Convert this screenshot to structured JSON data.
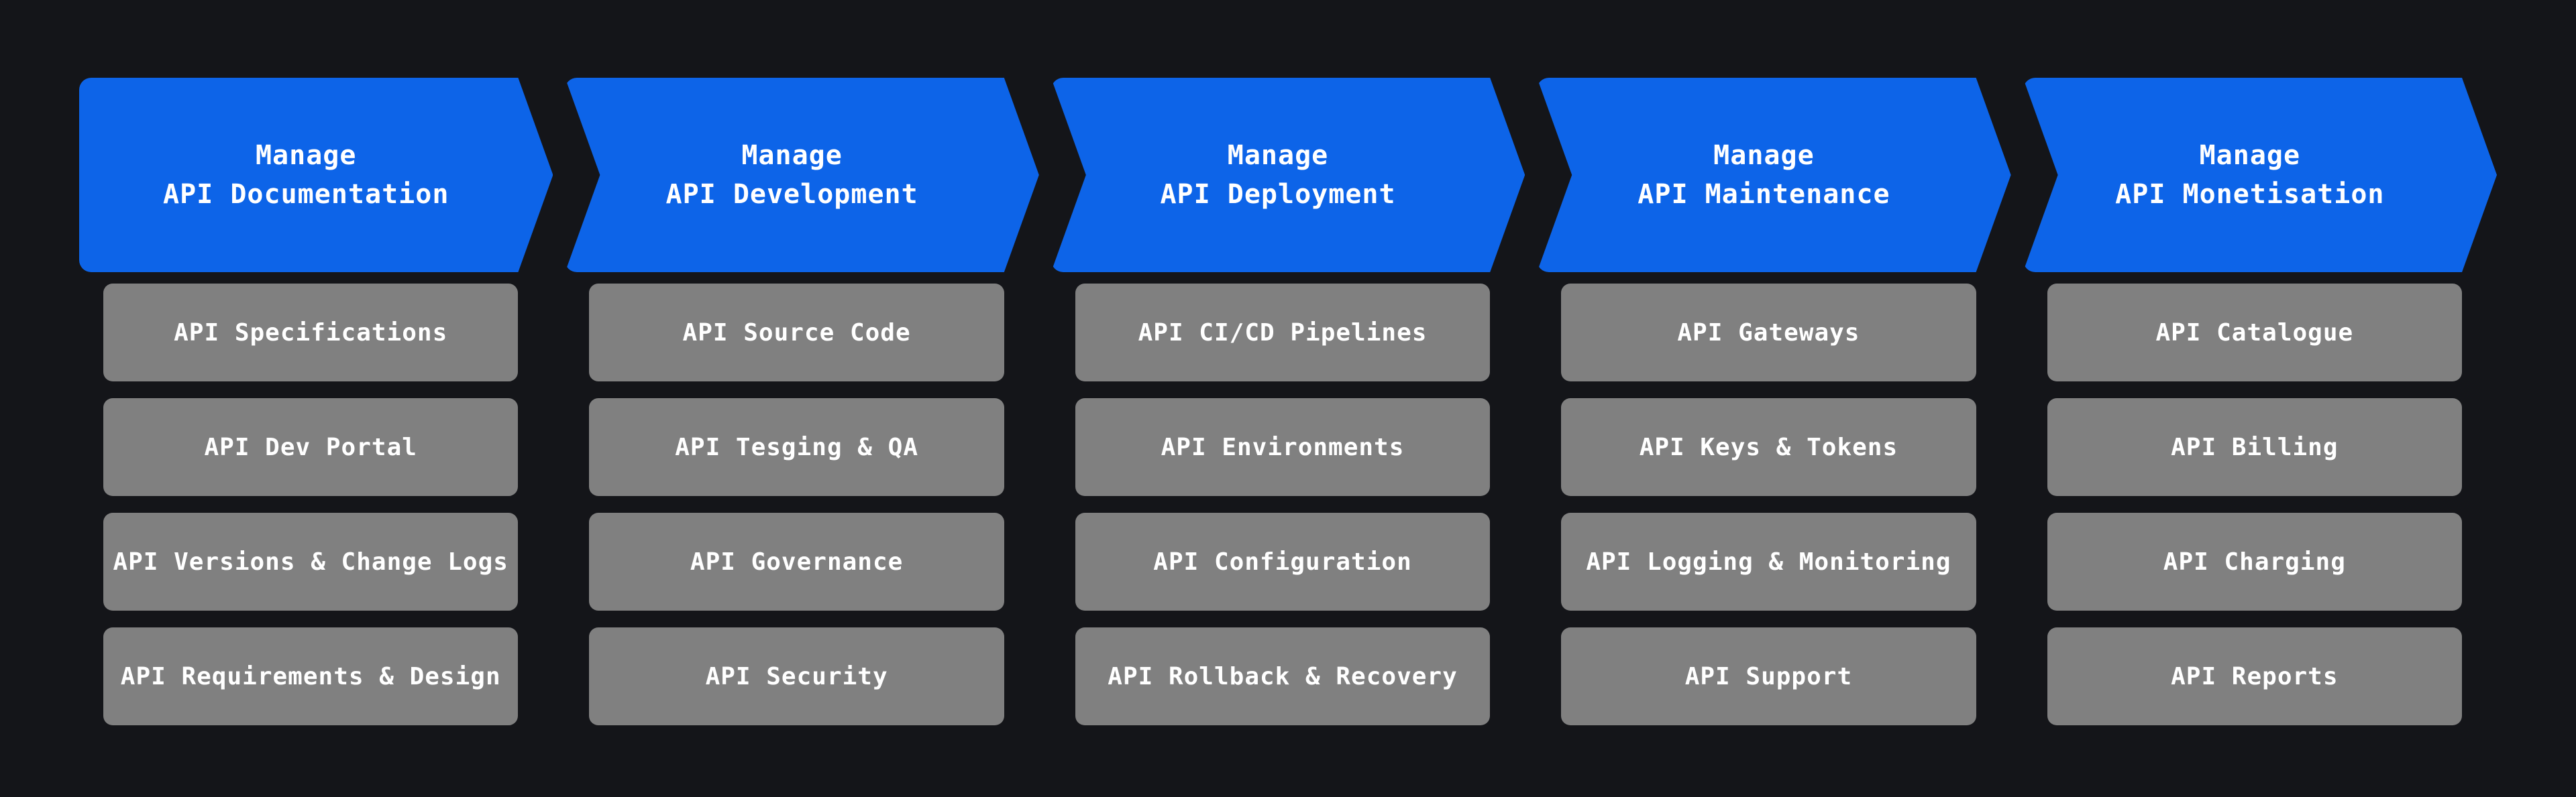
{
  "colors": {
    "background": "#141519",
    "arrow": "#0d64e8",
    "box": "#808080",
    "text": "#ffffff"
  },
  "columns": [
    {
      "header": "Manage\nAPI Documentation",
      "items": [
        "API Specifications",
        "API Dev Portal",
        "API Versions & Change Logs",
        "API Requirements & Design"
      ]
    },
    {
      "header": "Manage\nAPI Development",
      "items": [
        "API Source Code",
        "API Tesging & QA",
        "API Governance",
        "API Security"
      ]
    },
    {
      "header": "Manage\nAPI Deployment",
      "items": [
        "API CI/CD Pipelines",
        "API Environments",
        "API Configuration",
        "API Rollback & Recovery"
      ]
    },
    {
      "header": "Manage\nAPI Maintenance",
      "items": [
        "API Gateways",
        "API Keys & Tokens",
        "API Logging & Monitoring",
        "API Support"
      ]
    },
    {
      "header": "Manage\nAPI Monetisation",
      "items": [
        "API Catalogue",
        "API Billing",
        "API Charging",
        "API Reports"
      ]
    }
  ]
}
